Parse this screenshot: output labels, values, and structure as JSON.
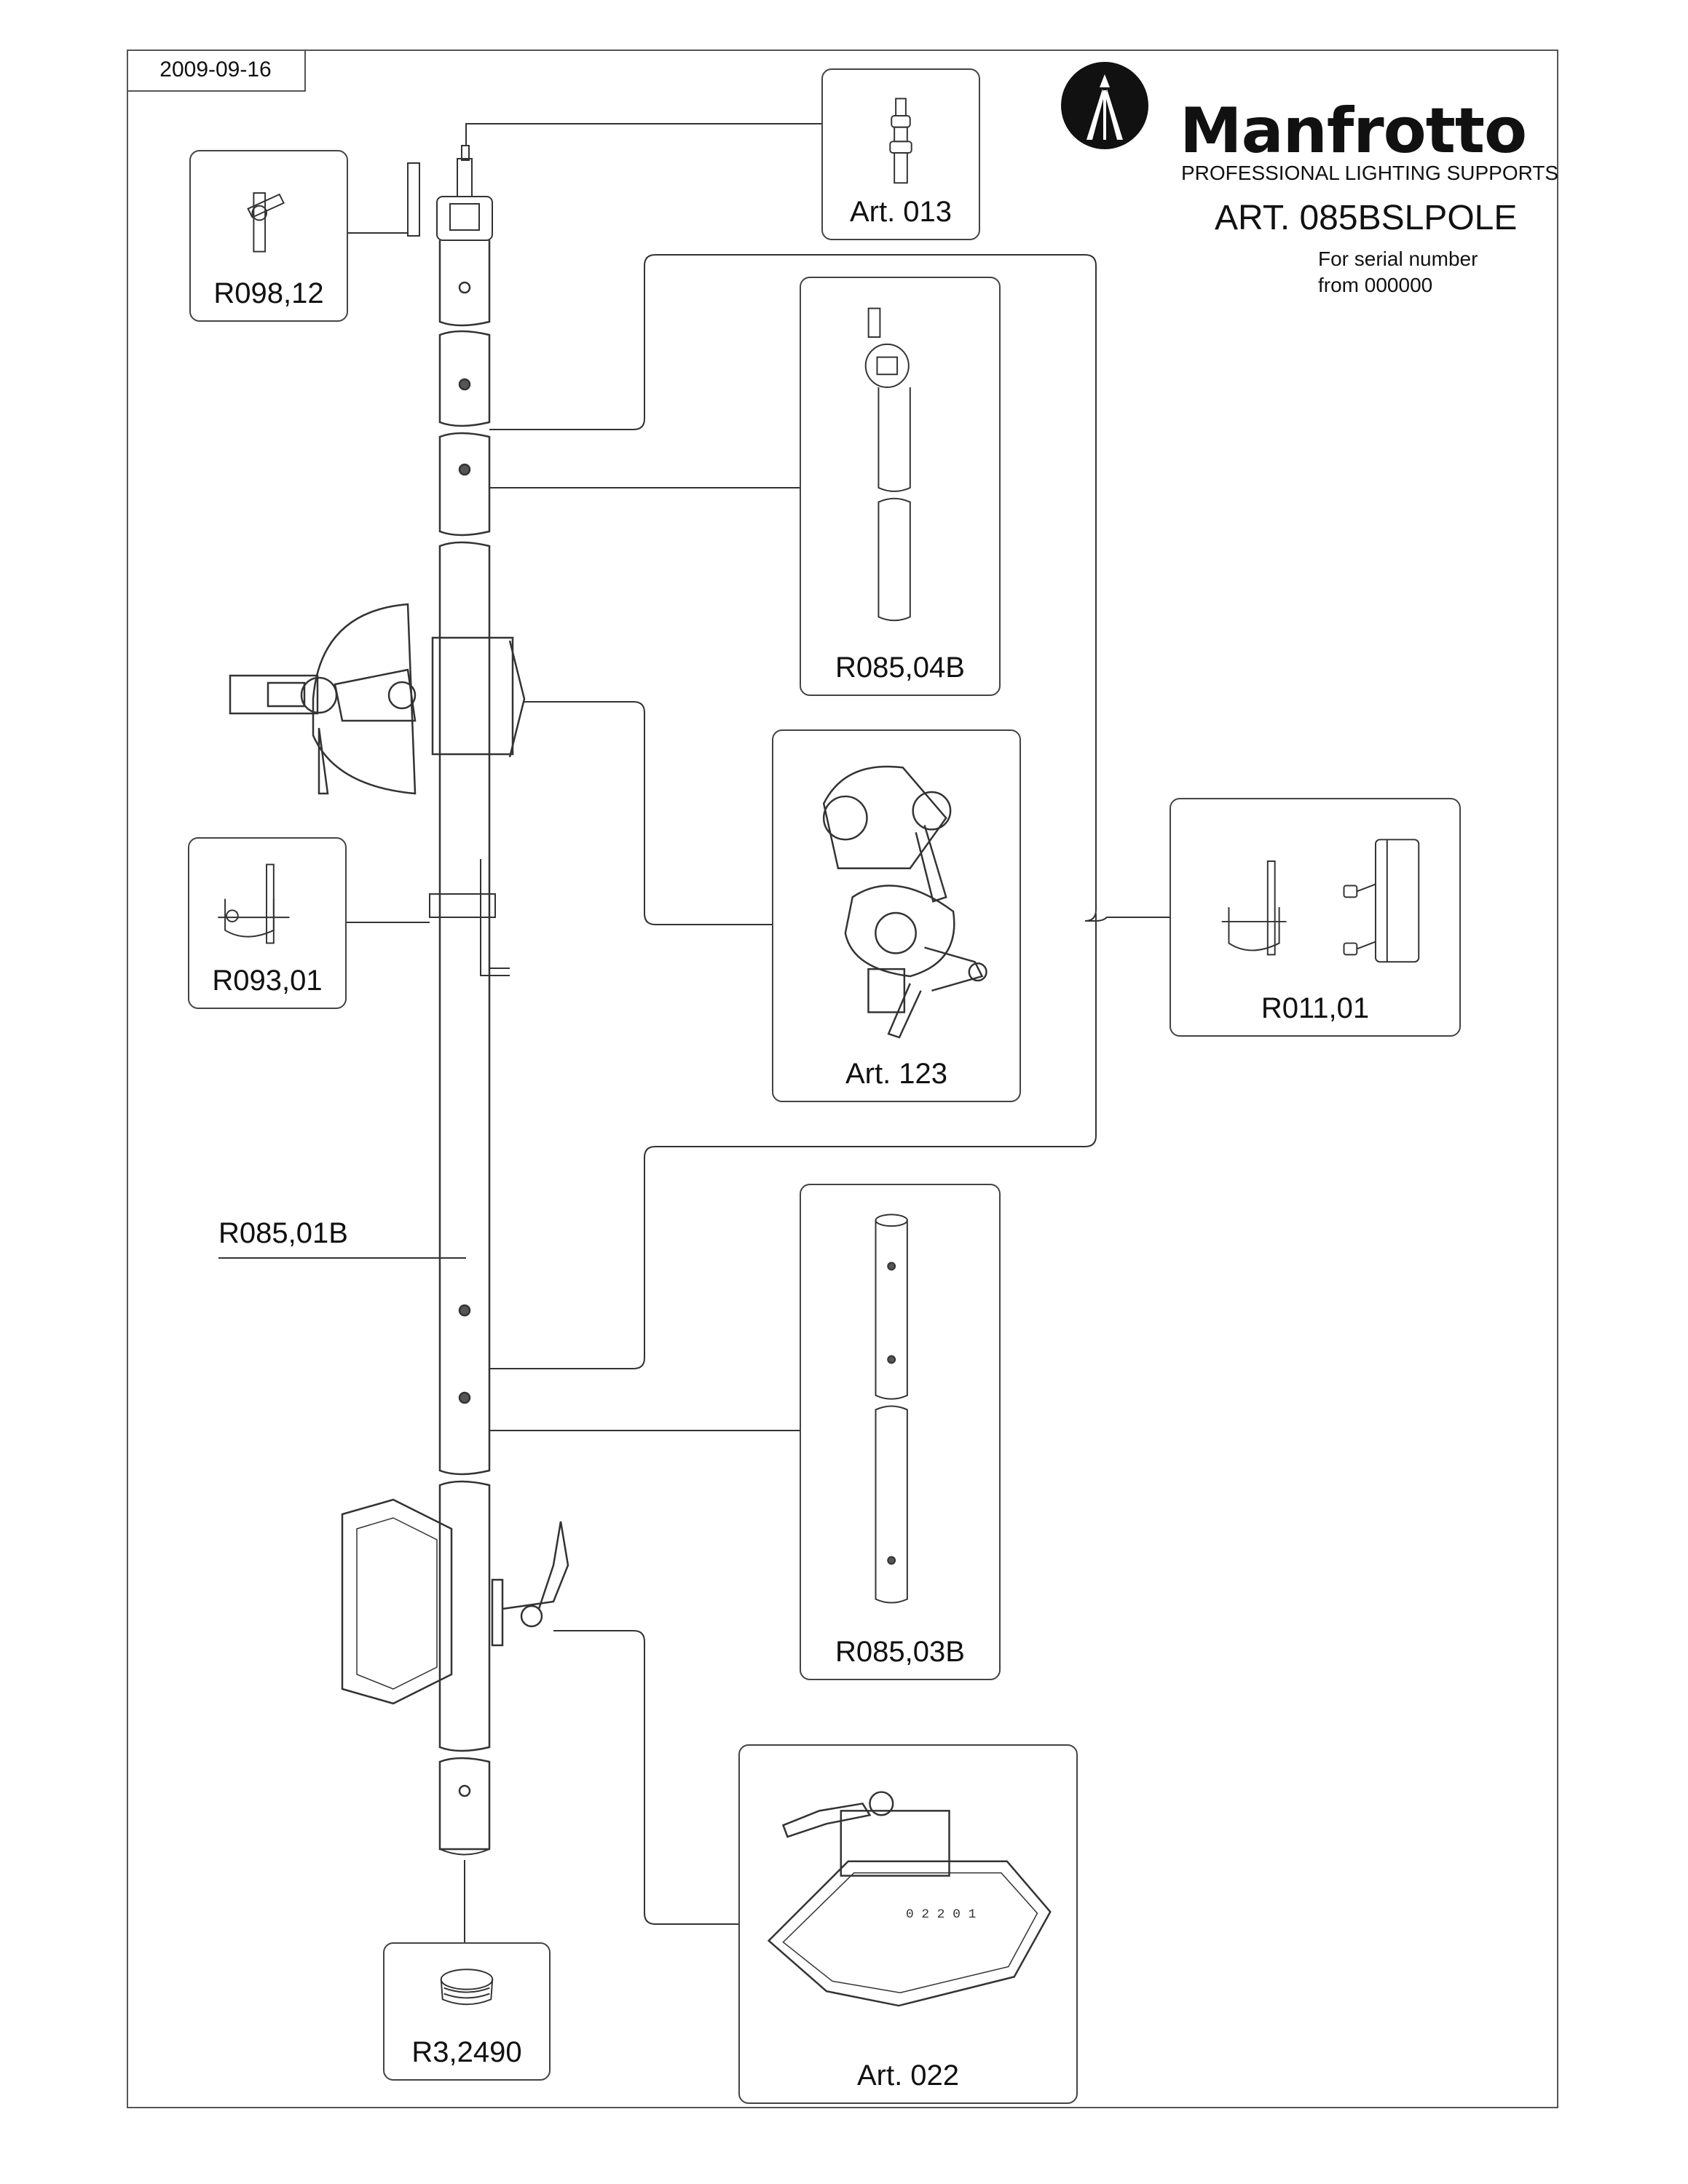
{
  "sheet": {
    "date": "2009-09-16",
    "brand": "Manfrotto",
    "brand_tagline": "PROFESSIONAL LIGHTING SUPPORTS",
    "article_title": "ART. 085BSLPOLE",
    "serial_line1": "For serial number",
    "serial_line2": "from 000000"
  },
  "parts": {
    "art_013": "Art. 013",
    "r098_12": "R098,12",
    "r085_04b": "R085,04B",
    "art_123": "Art. 123",
    "r011_01": "R011,01",
    "r093_01": "R093,01",
    "r085_01b": "R085,01B",
    "r085_03b": "R085,03B",
    "r3_2490": "R3,2490",
    "art_022": "Art. 022"
  },
  "callout_plate_digits": "0 2 2 0 1",
  "icons": [
    "manfrotto-tripod-logo-icon"
  ],
  "colors": {
    "line": "#333333",
    "frame": "#555555",
    "background": "#ffffff"
  }
}
